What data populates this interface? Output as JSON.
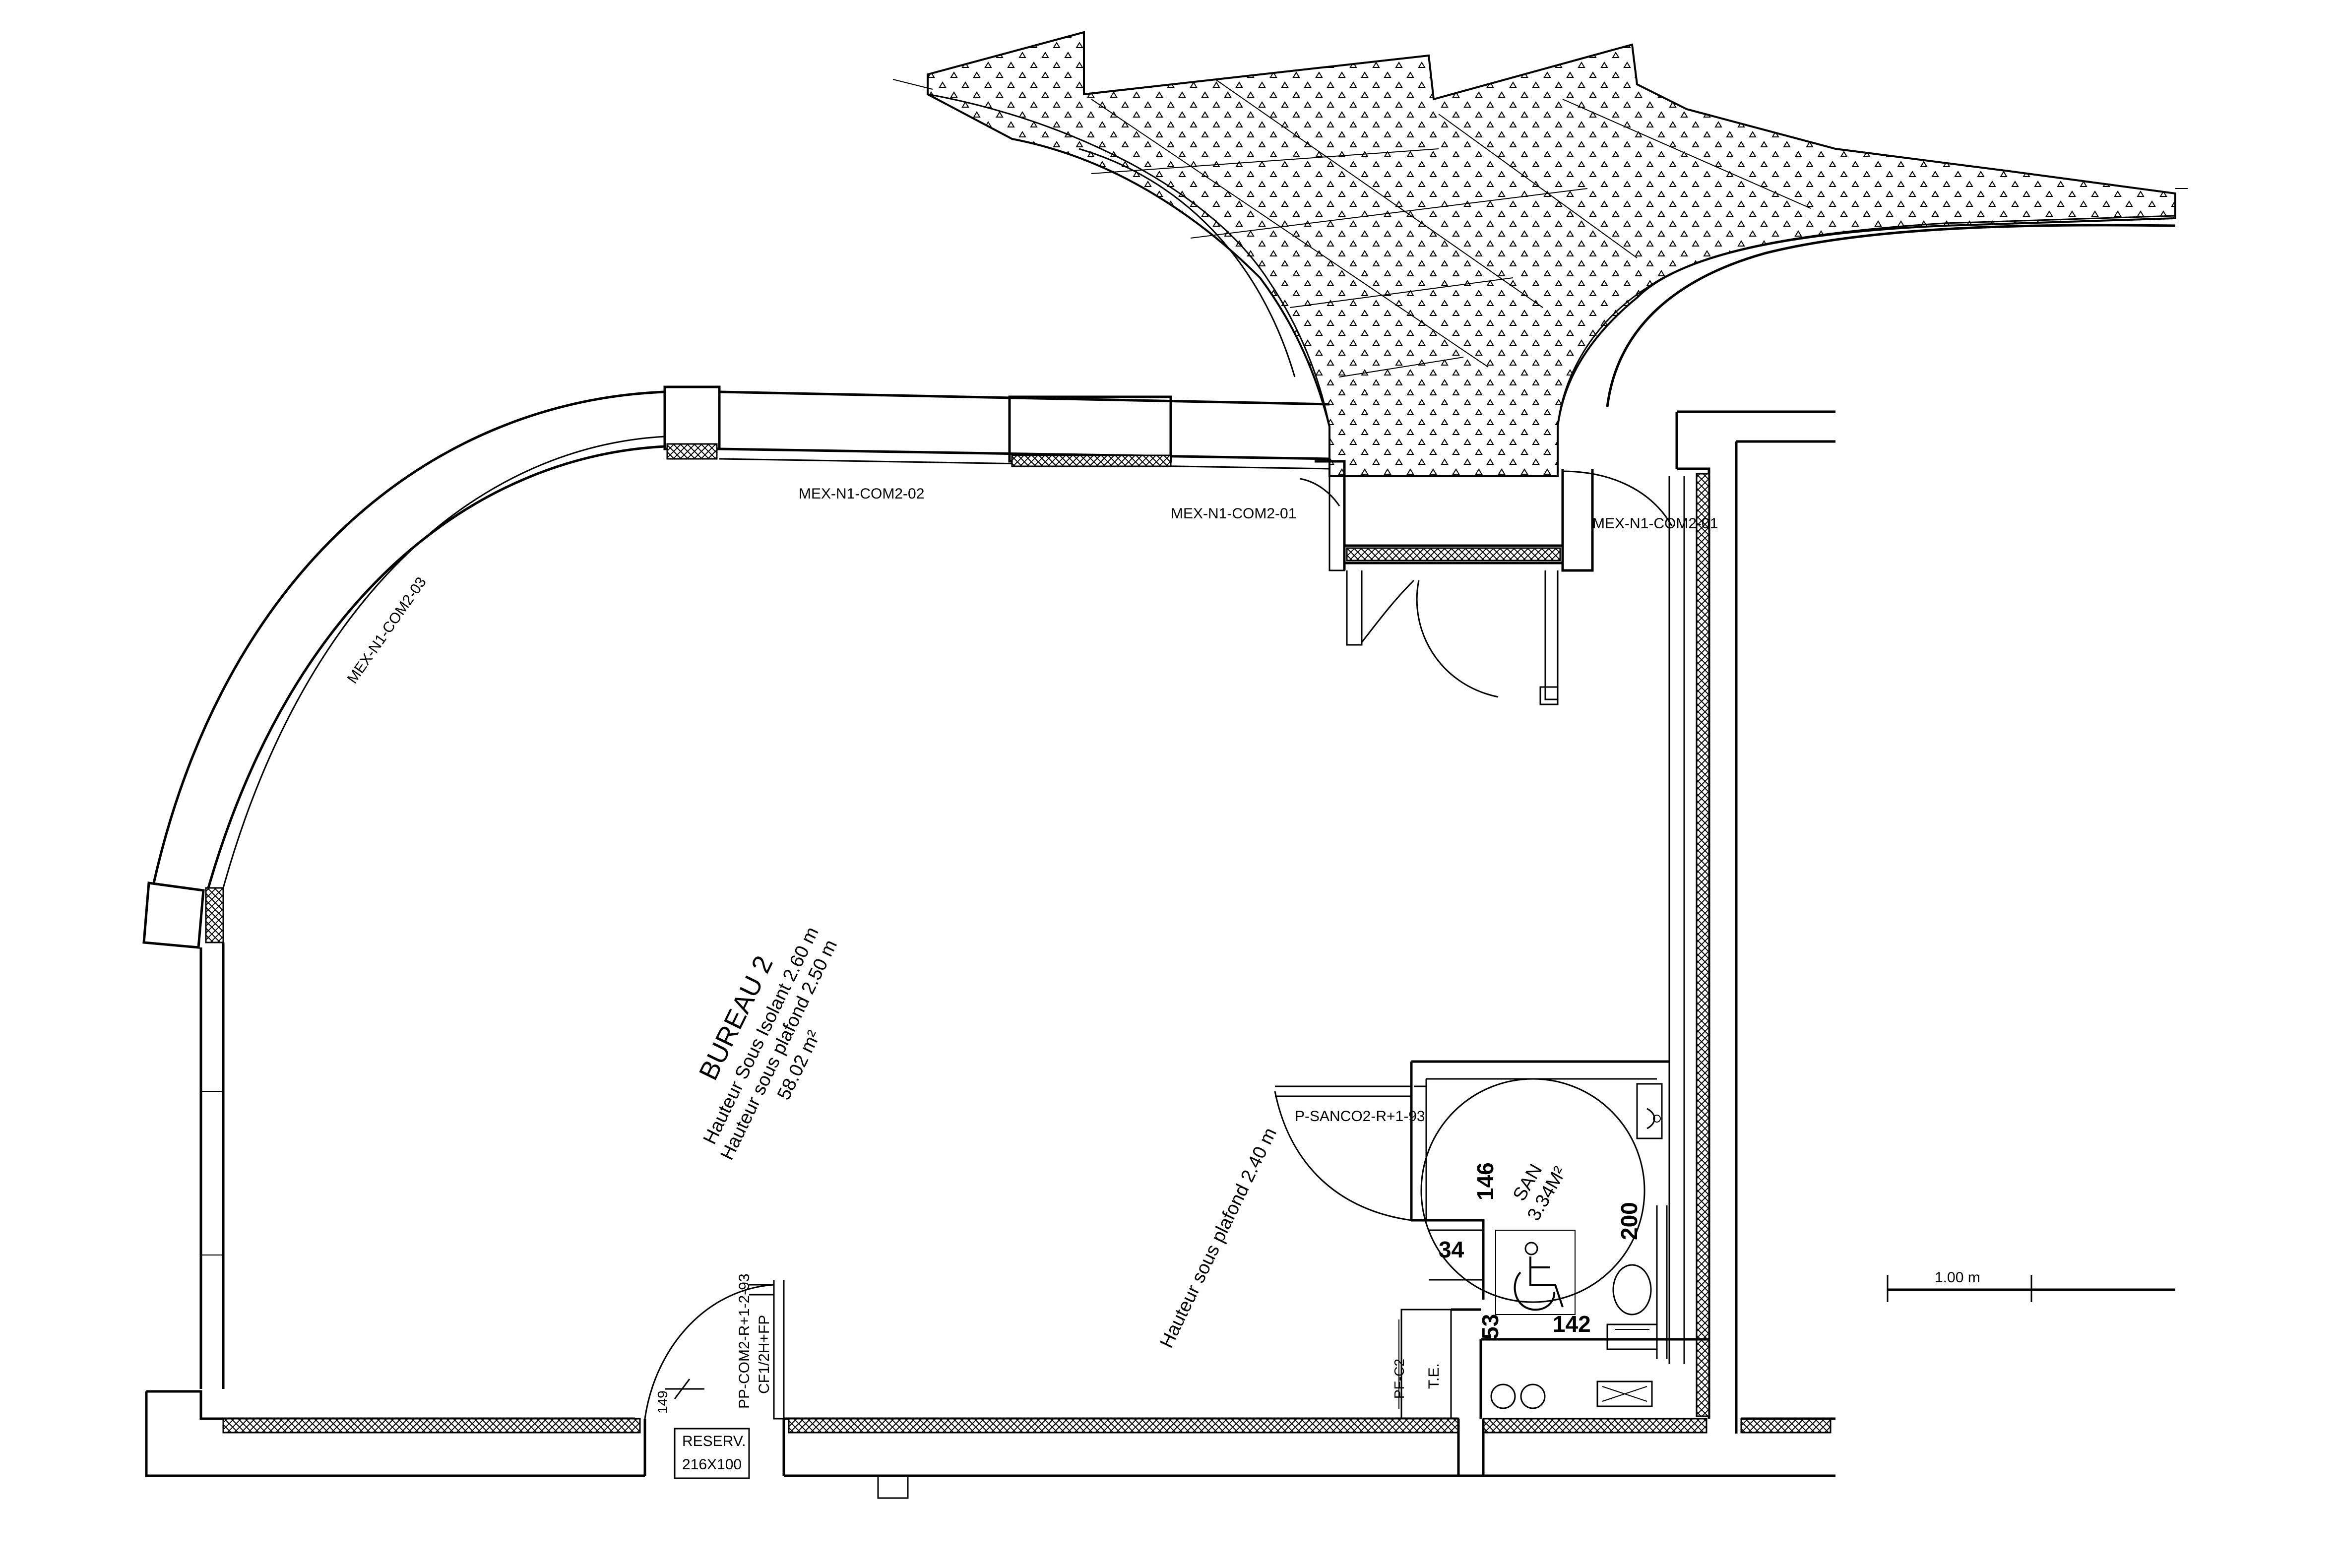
{
  "labels": {
    "mex_n1_com2_02": "MEX-N1-COM2-02",
    "mex_n1_com2_01_left": "MEX-N1-COM2-01",
    "mex_n1_com2_01_right": "MEX-N1-COM2-01",
    "mex_n1_com2_03": "MEX-N1-COM2-03",
    "p_sanco2": "P-SANCO2-R+1-93",
    "pp_com2": "PP-COM2-R+1-2-93",
    "cf1": "CF1/2H+FP",
    "reserv": "RESERV.",
    "reserv_size": "216X100",
    "dim_149": "149",
    "pfc2": "PF-C2",
    "te": "T.E."
  },
  "room_bureau": {
    "name": "BUREAU 2",
    "line1": "Hauteur Sous Isolant 2.60 m",
    "line2": "Hauteur sous plafond 2.50 m",
    "area": "58.02 m²"
  },
  "ceiling_note": "Hauteur sous plafond 2.40 m",
  "room_san": {
    "name": "SAN",
    "area": "3.34M²"
  },
  "dimensions": {
    "d146": "146",
    "d200": "200",
    "d34": "34",
    "d53": "53",
    "d142": "142"
  },
  "scale_bar": {
    "label": "1.00 m"
  },
  "icons": {
    "accessibility": "wheelchair-icon"
  }
}
